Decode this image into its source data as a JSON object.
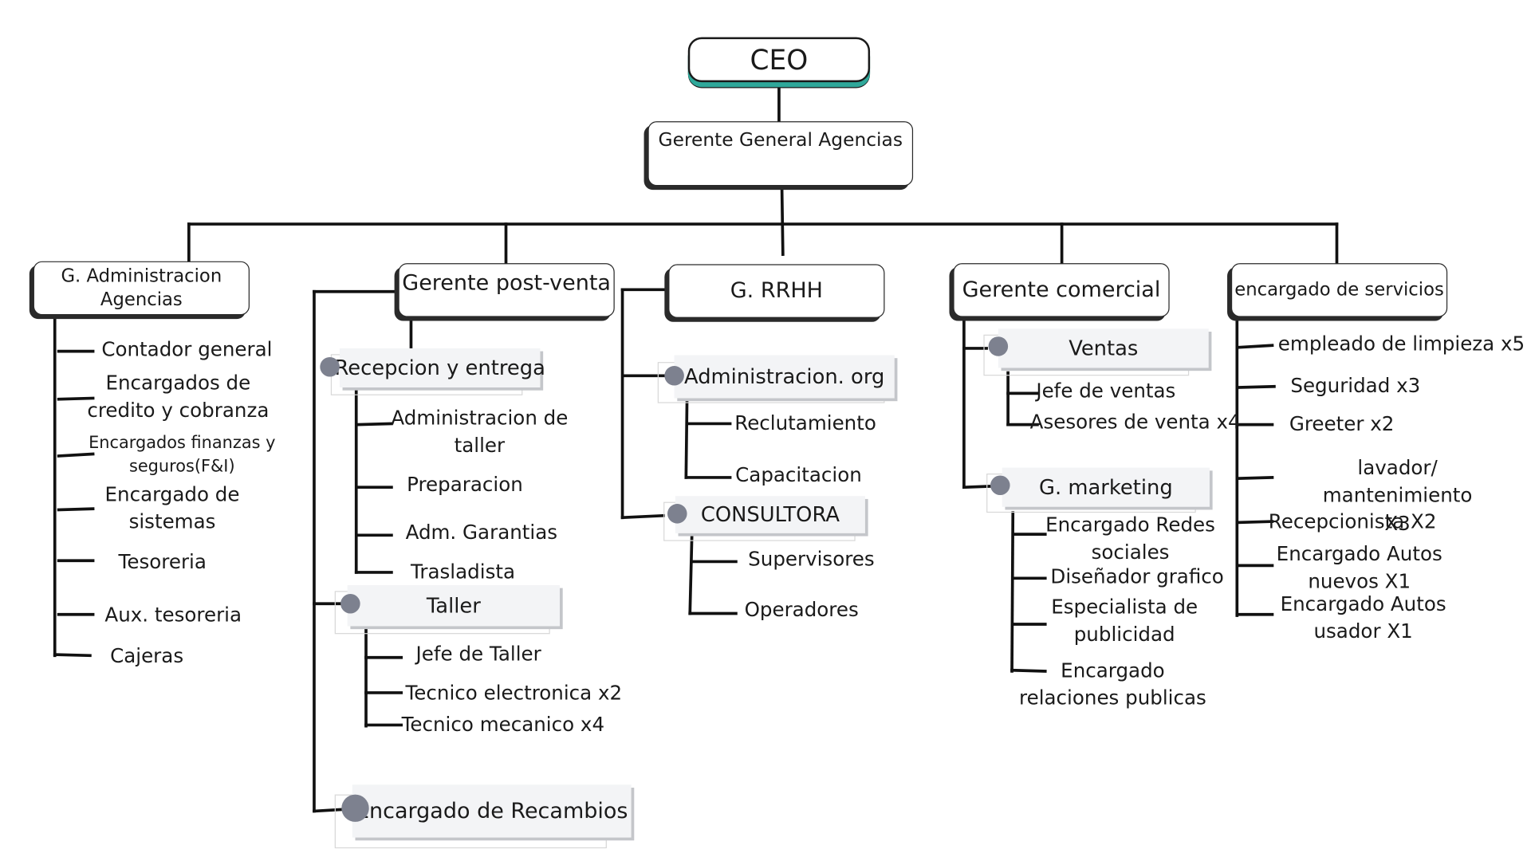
{
  "colors": {
    "accent": "#2fa89a",
    "line": "#111111",
    "node_fill": "#f3f4f6",
    "dot": "#7d818f"
  },
  "ceo": "CEO",
  "general_manager": "Gerente General Agencias",
  "departments": {
    "admin": {
      "title": "G. Administracion\nAgencias",
      "items": [
        "Contador general",
        "Encargados de\ncredito y cobranza",
        "Encargados finanzas y\nseguros(F&I)",
        "Encargado de\nsistemas",
        "Tesoreria",
        "Aux. tesoreria",
        "Cajeras"
      ]
    },
    "postventa": {
      "title": "Gerente post-venta",
      "recepcion": {
        "title": "Recepcion y entrega",
        "items": [
          "Administracion de\ntaller",
          "Preparacion",
          "Adm. Garantias",
          "Trasladista"
        ]
      },
      "taller": {
        "title": "Taller",
        "items": [
          "Jefe de Taller",
          "Tecnico electronica x2",
          "Tecnico mecanico x4"
        ]
      },
      "recambios": {
        "title": "Encargado de Recambios"
      }
    },
    "rrhh": {
      "title": "G. RRHH",
      "administracion": {
        "title": "Administracion. org",
        "items": [
          "Reclutamiento",
          "Capacitacion"
        ]
      },
      "consultora": {
        "title": "CONSULTORA",
        "items": [
          "Supervisores",
          "Operadores"
        ]
      }
    },
    "comercial": {
      "title": "Gerente comercial",
      "ventas": {
        "title": "Ventas",
        "items": [
          "Jefe de ventas",
          "Asesores de venta x4"
        ]
      },
      "marketing": {
        "title": "G. marketing",
        "items": [
          "Encargado Redes\nsociales",
          "Diseñador grafico",
          "Especialista de\npublicidad",
          "Encargado\nrelaciones publicas"
        ]
      }
    },
    "servicios": {
      "title": "encargado de servicios",
      "items": [
        "empleado de limpieza x5",
        "Seguridad x3",
        "Greeter x2",
        "lavador/ mantenimiento\nX3",
        "Recepcionista X2",
        "Encargado Autos\nnuevos X1",
        "Encargado Autos\nusador X1"
      ]
    }
  }
}
